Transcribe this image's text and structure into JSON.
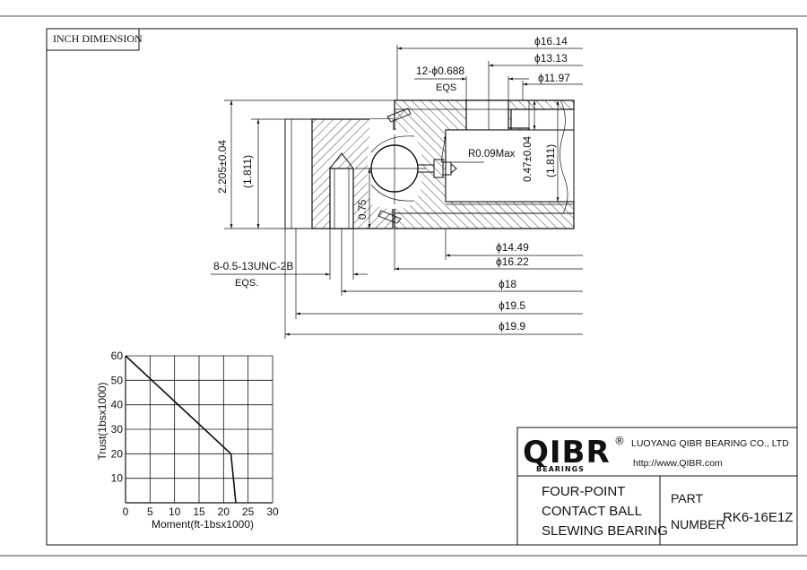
{
  "frame_label": "INCH DIMENSION",
  "dimensions": {
    "d1614": "ϕ16.14",
    "d1313": "ϕ13.13",
    "holes": "12-ϕ0.688",
    "holes_eqs": "EQS",
    "d1197": "ϕ11.97",
    "radius": "R0.09Max",
    "h_total": "2.205±0.04",
    "h_inner": "(1.811)",
    "gap": "0.47±0.04",
    "h_right": "(1.811)",
    "depth": "0.75",
    "d1449": "ϕ14.49",
    "d1622": "ϕ16.22",
    "d18": "ϕ18",
    "d195": "ϕ19.5",
    "d199": "ϕ19.9",
    "tap": "8-0.5-13UNC-2B",
    "tap_eqs": "EQS."
  },
  "chart_data": {
    "type": "line",
    "title": "",
    "xlabel": "Moment(ft-1bsx1000)",
    "ylabel": "Trust(1bsx1000)",
    "xlim": [
      0,
      30
    ],
    "ylim": [
      0,
      60
    ],
    "x_ticks": [
      "0",
      "5",
      "10",
      "15",
      "20",
      "25",
      "30"
    ],
    "y_ticks": [
      "10",
      "20",
      "30",
      "40",
      "50",
      "60"
    ],
    "grid": true,
    "series": [
      {
        "x": [
          0,
          21.5,
          22.5
        ],
        "y": [
          60,
          20,
          0
        ]
      }
    ]
  },
  "title_block": {
    "logo": "QIBR",
    "logo_sub": "BEARINGS",
    "registered": "®",
    "company": "LUOYANG QIBR BEARING CO., LTD",
    "url": "http://www.QIBR.com",
    "desc_line1": "FOUR-POINT",
    "desc_line2": "CONTACT BALL",
    "desc_line3": "SLEWING BEARING",
    "part_label1": "PART",
    "part_label2": "NUMBER",
    "part_number": "RK6-16E1Z"
  }
}
